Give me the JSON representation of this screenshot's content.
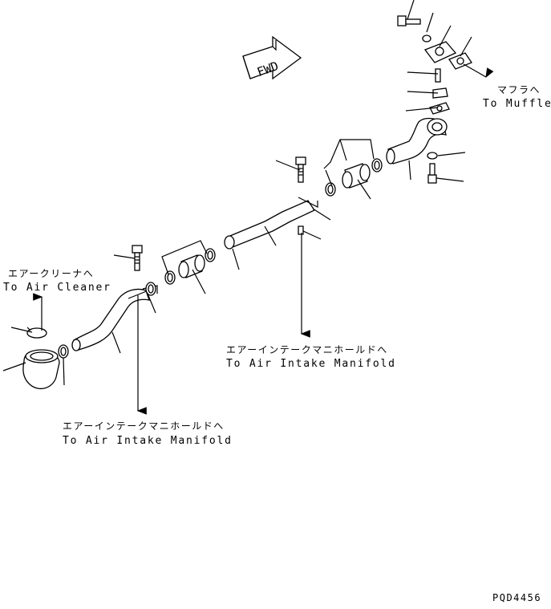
{
  "diagram": {
    "fwd_label": "FWD",
    "labels": {
      "air_cleaner_jp": "エアークリーナへ",
      "air_cleaner_en": "To Air Cleaner",
      "intake_manifold_1_jp": "エアーインテークマニホールドへ",
      "intake_manifold_1_en": "To Air Intake Manifold",
      "intake_manifold_2_jp": "エアーインテークマニホールドへ",
      "intake_manifold_2_en": "To Air Intake Manifold",
      "muffler_jp": "マフラへ",
      "muffler_en": "To Muffler"
    },
    "drawing_number": "PQD4456"
  }
}
